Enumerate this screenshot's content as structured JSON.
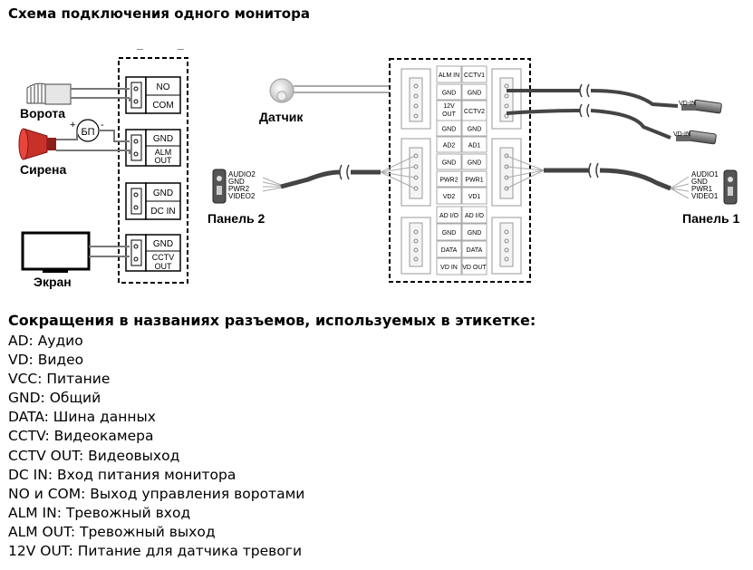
{
  "title": "Схема подключения одного монитора",
  "left_block": {
    "top_marks": [
      "_",
      "_"
    ],
    "terminals": [
      {
        "labels": [
          "NO",
          "COM"
        ]
      },
      {
        "labels": [
          "GND",
          "ALM OUT"
        ]
      },
      {
        "labels": [
          "GND",
          "DC IN"
        ]
      },
      {
        "labels": [
          "GND",
          "CCTV OUT"
        ]
      }
    ]
  },
  "devices": {
    "gate": "Ворота",
    "siren": "Сирена",
    "psu": "БП",
    "psu_plus": "+",
    "psu_minus": "-",
    "screen": "Экран",
    "sensor": "Датчик"
  },
  "panel2": {
    "title": "Панель 2",
    "wires": [
      "AUDIO2",
      "GND",
      "PWR2",
      "VIDEO2"
    ]
  },
  "panel1": {
    "title": "Панель 1",
    "wires": [
      "AUDIO1",
      "GND",
      "PWR1",
      "VIDEO1"
    ]
  },
  "camera_label": "VD-IN",
  "center_block": {
    "col_left": [
      "ALM IN",
      "GND",
      "12V OUT",
      "GND",
      "AD2",
      "GND",
      "PWR2",
      "VD2",
      "AD I/O",
      "GND",
      "DATA",
      "VD IN"
    ],
    "col_right": [
      "CCTV1",
      "GND",
      "CCTV2",
      "GND",
      "AD1",
      "GND",
      "PWR1",
      "VD1",
      "AD I/O",
      "GND",
      "DATA",
      "VD OUT"
    ]
  },
  "legend": {
    "title": "Сокращения в названиях разъемов, используемых в этикетке:",
    "items": [
      "AD: Аудио",
      "VD: Видео",
      "VCC: Питание",
      "GND: Общий",
      "DATA: Шина данных",
      "CCTV: Видеокамера",
      "CCTV OUT: Видеовыход",
      "DC IN: Вход питания монитора",
      "NO и COM: Выход управления воротами",
      "ALM IN: Тревожный вход",
      "ALM OUT: Тревожный выход",
      "12V OUT: Питание для датчика тревоги"
    ]
  }
}
